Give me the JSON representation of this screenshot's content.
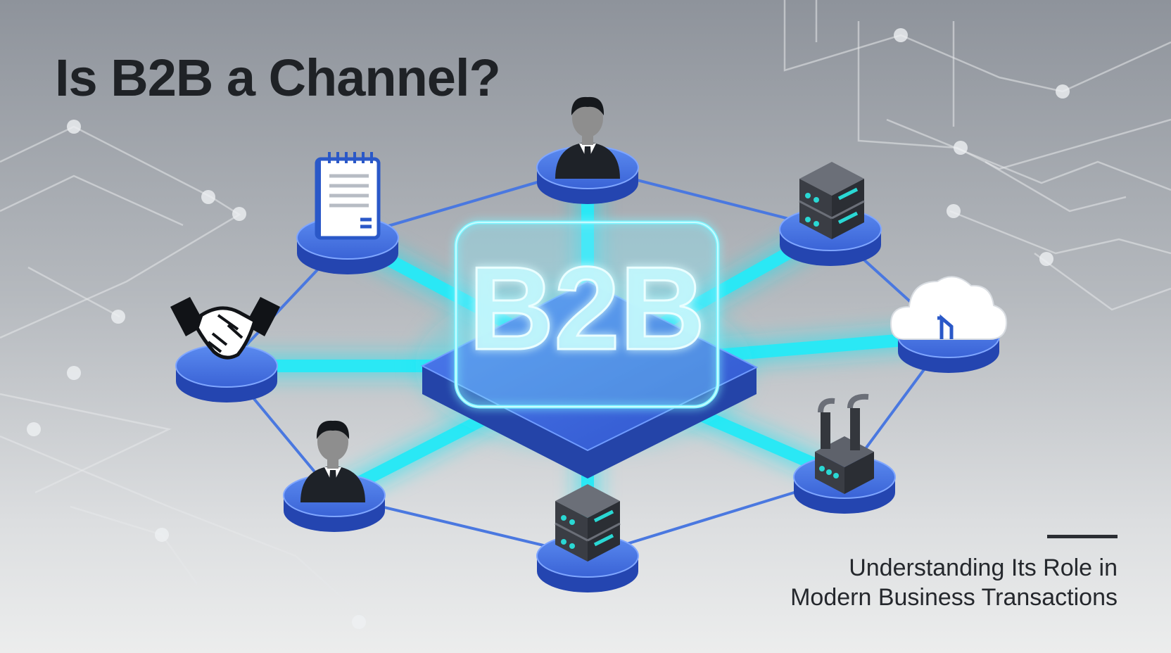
{
  "header": {
    "title": "Is B2B a Channel?"
  },
  "hub": {
    "label": "B2B"
  },
  "footer": {
    "subtitle_line1": "Understanding Its Role in",
    "subtitle_line2": "Modern Business Transactions"
  },
  "nodes": [
    {
      "id": "top",
      "icon": "businessman-icon"
    },
    {
      "id": "top-right",
      "icon": "server-icon"
    },
    {
      "id": "right",
      "icon": "cloud-icon"
    },
    {
      "id": "bottom-right",
      "icon": "factory-icon"
    },
    {
      "id": "bottom",
      "icon": "server-icon"
    },
    {
      "id": "bottom-left",
      "icon": "businessman-icon"
    },
    {
      "id": "left",
      "icon": "handshake-icon"
    },
    {
      "id": "top-left",
      "icon": "document-icon"
    }
  ],
  "colors": {
    "cyan": "#22e3f2",
    "node_blue": "#3d6ee0",
    "title_text": "#1f2226",
    "server_led": "#2ad8d4"
  }
}
